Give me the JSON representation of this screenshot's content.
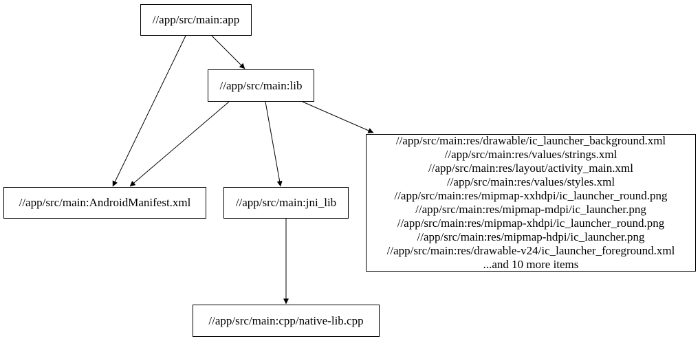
{
  "graph": {
    "type": "directed-dependency-graph",
    "nodes": [
      {
        "id": "app",
        "label": "//app/src/main:app"
      },
      {
        "id": "lib",
        "label": "//app/src/main:lib"
      },
      {
        "id": "manifest",
        "label": "//app/src/main:AndroidManifest.xml"
      },
      {
        "id": "jni_lib",
        "label": "//app/src/main:jni_lib"
      },
      {
        "id": "res",
        "lines": [
          "//app/src/main:res/drawable/ic_launcher_background.xml",
          "//app/src/main:res/values/strings.xml",
          "//app/src/main:res/layout/activity_main.xml",
          "//app/src/main:res/values/styles.xml",
          "//app/src/main:res/mipmap-xxhdpi/ic_launcher_round.png",
          "//app/src/main:res/mipmap-mdpi/ic_launcher.png",
          "//app/src/main:res/mipmap-xhdpi/ic_launcher_round.png",
          "//app/src/main:res/mipmap-hdpi/ic_launcher.png",
          "//app/src/main:res/drawable-v24/ic_launcher_foreground.xml",
          "...and 10 more items"
        ]
      },
      {
        "id": "native",
        "label": "//app/src/main:cpp/native-lib.cpp"
      }
    ],
    "edges": [
      {
        "from": "app",
        "to": "lib"
      },
      {
        "from": "app",
        "to": "manifest"
      },
      {
        "from": "lib",
        "to": "manifest"
      },
      {
        "from": "lib",
        "to": "jni_lib"
      },
      {
        "from": "lib",
        "to": "res"
      },
      {
        "from": "jni_lib",
        "to": "native"
      }
    ]
  },
  "colors": {
    "background": "#ffffff",
    "node_border": "#000000",
    "edge": "#000000",
    "text": "#000000"
  }
}
